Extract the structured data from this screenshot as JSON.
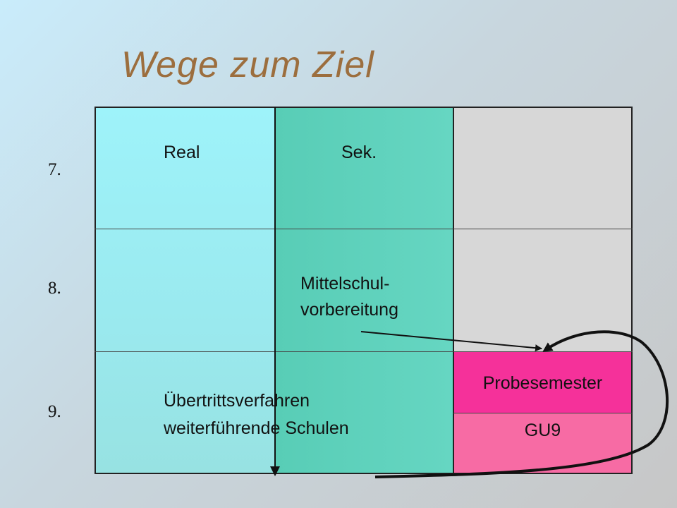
{
  "title": "Wege zum Ziel",
  "rows": [
    "7.",
    "8.",
    "9."
  ],
  "columns": {
    "real": "Real",
    "sek": "Sek."
  },
  "labels": {
    "mittelschul_line1": "Mittelschul-",
    "mittelschul_line2": "vorbereitung",
    "uebertritt_line1": "Übertrittsverfahren",
    "uebertritt_line2": "weiterführende Schulen",
    "probesemester": "Probesemester",
    "gu9": "GU9"
  },
  "colors": {
    "title": "#9c6e3e",
    "real_column": "#9ef2f8",
    "sek_column": "#5fd0b7",
    "empty_column": "#d6d6d6",
    "probesemester": "#f5319a",
    "gu9": "#f76ba4"
  }
}
